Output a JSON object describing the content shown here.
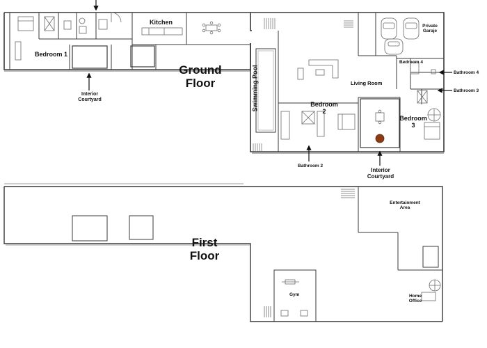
{
  "floors": {
    "ground": {
      "line1": "Ground",
      "line2": "Floor"
    },
    "first": {
      "line1": "First",
      "line2": "Floor"
    }
  },
  "rooms": {
    "kitchen": "Kitchen",
    "bedroom1": "Bedroom 1",
    "interior_courtyard_1": {
      "line1": "Interior",
      "line2": "Courtyard"
    },
    "swimming_pool": "Swimming Pool",
    "living_room": "Living Room",
    "bedroom2": {
      "line1": "Bedroom",
      "line2": "2"
    },
    "bedroom3": {
      "line1": "Bedroom",
      "line2": "3"
    },
    "bedroom4": "Bedroom 4",
    "private_garage": {
      "line1": "Private",
      "line2": "Garaje"
    },
    "bathroom4": "Bathroom 4",
    "bathroom3": "Bathroom 3",
    "bathroom2": "Bathroom 2",
    "interior_courtyard_2": {
      "line1": "Interior",
      "line2": "Courtyard"
    },
    "entertainment_area": {
      "line1": "Entertainment",
      "line2": "Area"
    },
    "gym": "Gym",
    "home_office": {
      "line1": "Home",
      "line2": "Office"
    }
  },
  "colors": {
    "wall": "#3a3a3a",
    "fixture": "#6a6a6a",
    "glass": "#9a9a9a",
    "fire": "#8a3b12"
  }
}
